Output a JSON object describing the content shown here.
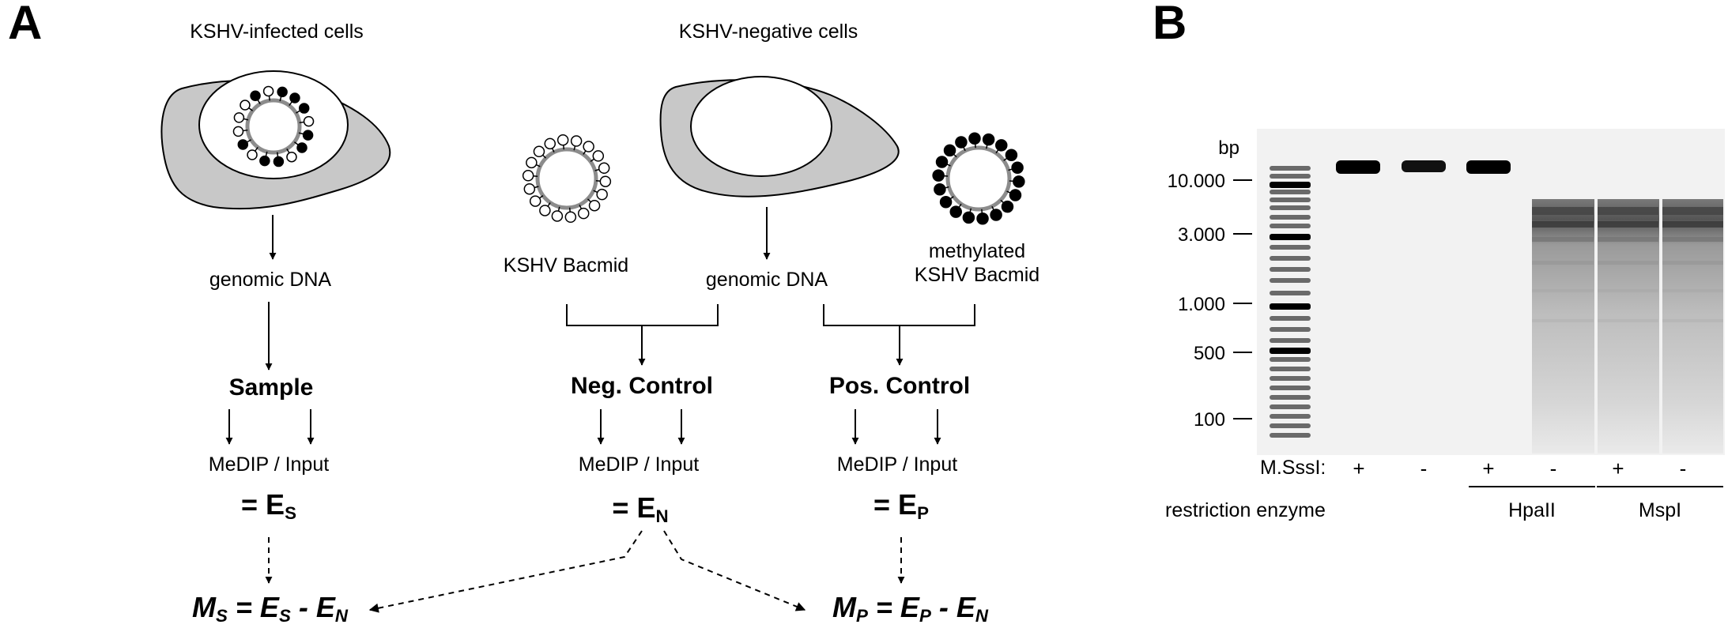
{
  "panel_a": {
    "label": "A",
    "infected_title": "KSHV-infected cells",
    "negative_title": "KSHV-negative cells",
    "genomic_dna_1": "genomic DNA",
    "bacmid": "KSHV Bacmid",
    "genomic_dna_2": "genomic DNA",
    "methylated_bacmid_1": "methylated",
    "methylated_bacmid_2": "KSHV Bacmid",
    "sample": "Sample",
    "neg_control": "Neg. Control",
    "pos_control": "Pos. Control",
    "medip_input": "MeDIP / Input",
    "eq_s": {
      "prefix": "= E",
      "sub": "S"
    },
    "eq_n": {
      "prefix": "= E",
      "sub": "N"
    },
    "eq_p": {
      "prefix": "= E",
      "sub": "P"
    },
    "formula_s": {
      "m": "M",
      "m_sub": "S",
      "mid": " = E",
      "e1_sub": "S",
      "minus": " - E",
      "e2_sub": "N"
    },
    "formula_p": {
      "m": "M",
      "m_sub": "P",
      "mid": " = E",
      "e1_sub": "P",
      "minus": " - E",
      "e2_sub": "N"
    },
    "colors": {
      "cell_fill": "#c8c8c8",
      "dna_ring": "#8c8c8c",
      "methylated": "#000000",
      "unmethylated": "#ffffff"
    }
  },
  "panel_b": {
    "label": "B",
    "unit": "bp",
    "markers": [
      "10.000",
      "3.000",
      "1.000",
      "500",
      "100"
    ],
    "row1_label": "M.SssI:",
    "row2_label": "restriction enzyme",
    "signs": [
      "+",
      "-",
      "+",
      "-",
      "+",
      "-"
    ],
    "enzyme_1": "HpaII",
    "enzyme_2": "MspI",
    "colors": {
      "gel_background": "#f2f2f2",
      "band": "#000000"
    }
  }
}
